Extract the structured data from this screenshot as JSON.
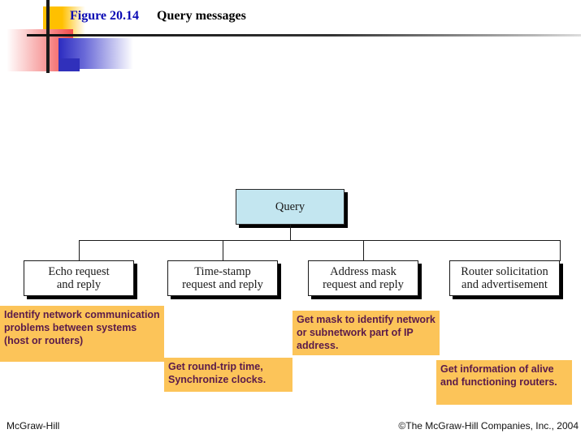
{
  "slide": {
    "title": {
      "figure_number": "Figure 20.14",
      "caption": "Query messages"
    },
    "footer": {
      "left": "Mc­Graw-Hill",
      "right": "©The McGraw-Hill Companies, Inc., 2004"
    },
    "colors": {
      "figure_number": "#0a0ab4",
      "root_node_fill": "#c3e6f0",
      "annotation_fill": "#fcc459",
      "annotation_text": "#5a1a4a",
      "node_fill": "#ffffff",
      "node_border": "#1a1a1a"
    }
  },
  "diagram": {
    "type": "tree",
    "root": {
      "label": "Query"
    },
    "children": [
      {
        "label": "Echo request\nand reply"
      },
      {
        "label": "Time-stamp\nrequest and reply"
      },
      {
        "label": "Address mask\nrequest and reply"
      },
      {
        "label": "Router solicitation\nand advertisement"
      }
    ]
  },
  "annotations": [
    {
      "id": "echo-note",
      "text": "Identify network communication problems between systems (host or routers)"
    },
    {
      "id": "timestamp-note",
      "text": "Get round-trip time, Synchronize clocks."
    },
    {
      "id": "addressmask-note",
      "text": "Get mask to identify network or subnetwork part of IP address."
    },
    {
      "id": "router-note",
      "text": "Get information of alive and functioning routers."
    }
  ]
}
